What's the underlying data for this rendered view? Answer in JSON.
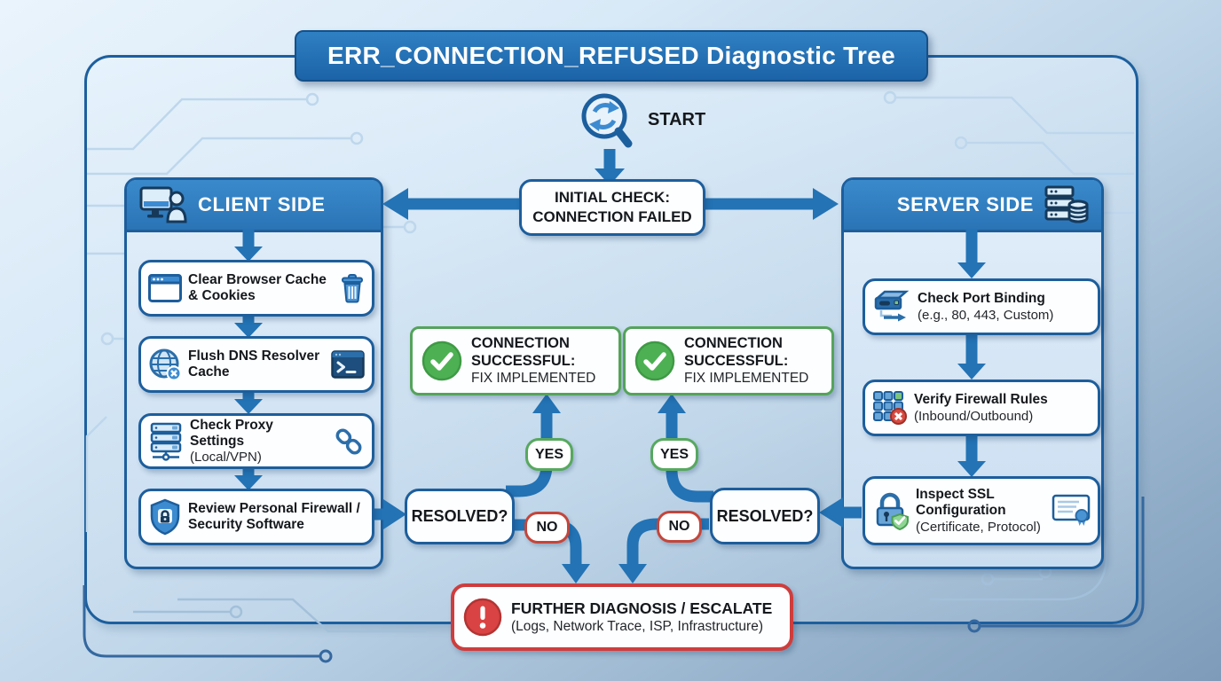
{
  "title": "ERR_CONNECTION_REFUSED Diagnostic Tree",
  "start": {
    "label": "START",
    "icon": "magnifier-refresh-icon"
  },
  "initial_check": {
    "line1": "INITIAL CHECK:",
    "line2": "CONNECTION FAILED"
  },
  "client": {
    "header": "CLIENT SIDE",
    "header_icon": "monitor-user-icon",
    "steps": [
      {
        "title": "Clear Browser Cache & Cookies",
        "left_icon": "browser-window-icon",
        "right_icon": "trash-icon"
      },
      {
        "title": "Flush DNS Resolver Cache",
        "left_icon": "globe-dns-icon",
        "right_icon": "terminal-icon"
      },
      {
        "title": "Check Proxy Settings",
        "subtitle": "(Local/VPN)",
        "left_icon": "proxy-server-icon",
        "right_icon": "link-icon"
      },
      {
        "title": "Review Personal Firewall / Security Software",
        "left_icon": "shield-lock-icon"
      }
    ]
  },
  "server": {
    "header": "SERVER SIDE",
    "header_icon": "server-database-icon",
    "steps": [
      {
        "title": "Check Port Binding",
        "subtitle": "(e.g., 80, 443, Custom)",
        "left_icon": "port-binding-icon"
      },
      {
        "title": "Verify Firewall Rules",
        "subtitle": "(Inbound/Outbound)",
        "left_icon": "firewall-grid-icon"
      },
      {
        "title": "Inspect SSL Configuration",
        "subtitle": "(Certificate, Protocol)",
        "left_icon": "ssl-lock-icon",
        "right_icon": "certificate-icon"
      }
    ]
  },
  "success": {
    "line1": "CONNECTION",
    "line2": "SUCCESSFUL:",
    "line3": "FIX IMPLEMENTED",
    "icon": "check-circle-icon"
  },
  "decision": {
    "label": "RESOLVED?",
    "yes": "YES",
    "no": "NO"
  },
  "escalate": {
    "line1": "FURTHER DIAGNOSIS / ESCALATE",
    "line2": "(Logs, Network Trace, ISP, Infrastructure)",
    "icon": "alert-icon"
  },
  "colors": {
    "connector_blue": "#2373b5",
    "border_blue": "#1d5e9c",
    "header_blue": "#2f80c3",
    "banner_blue": "#1f66aa",
    "success_green": "#4db153",
    "danger_red": "#da4343",
    "background_top": "#eaf4fc",
    "background_bottom": "#7e9cba"
  }
}
